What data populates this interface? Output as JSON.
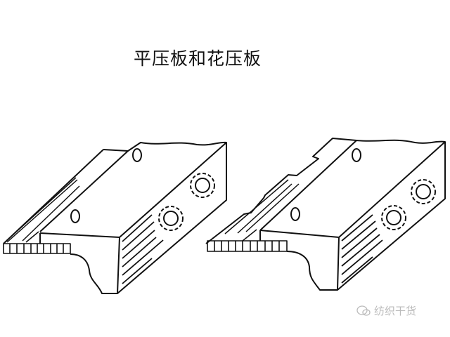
{
  "title": "平压板和花压板",
  "figures": [
    {
      "name": "flat-pressure-plate"
    },
    {
      "name": "patterned-pressure-plate"
    }
  ],
  "watermark": {
    "icon": "wechat-bubble-icon",
    "text": "纺织干货"
  }
}
